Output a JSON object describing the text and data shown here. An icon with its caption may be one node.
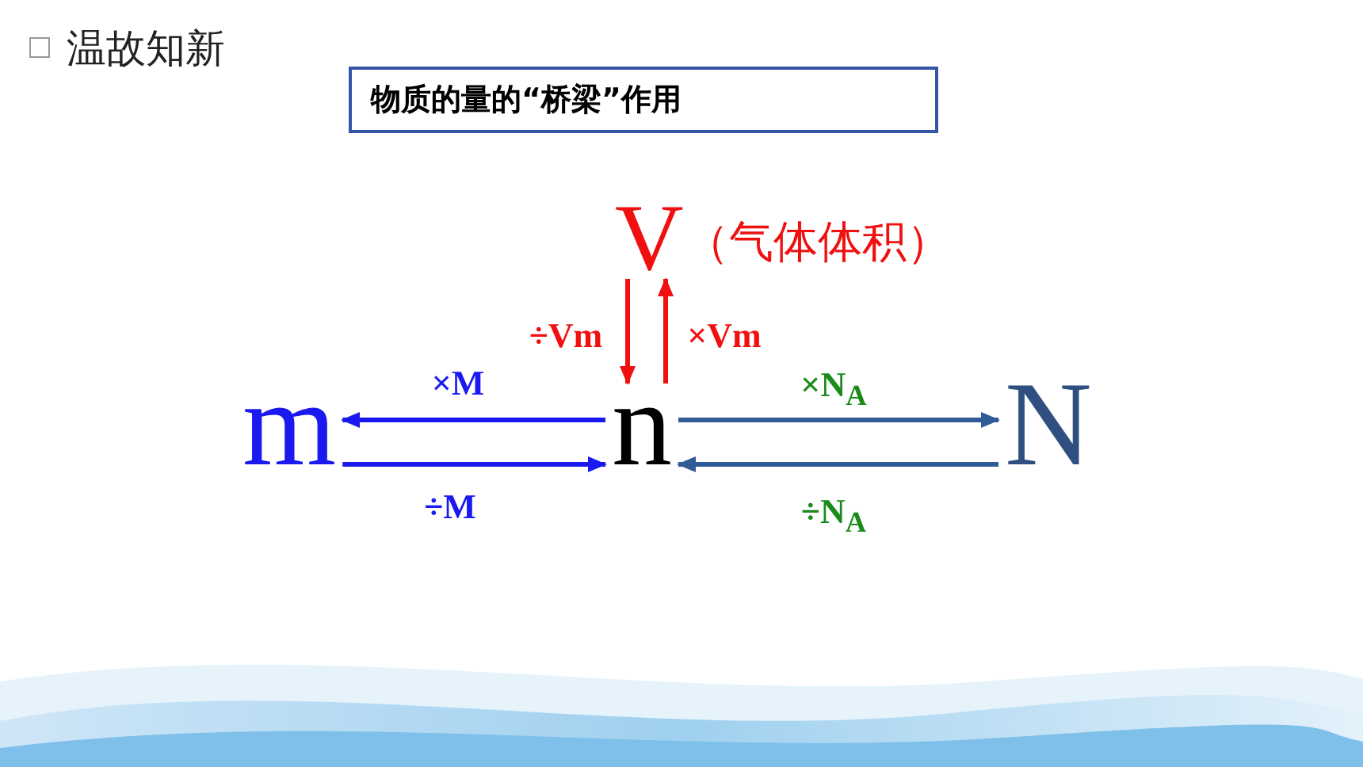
{
  "diagram": {
    "title": "温故知新",
    "nodes": [
      {
        "text": [
          "物质的量的“桥梁”作用"
        ]
      },
      {
        "text": [
          "V"
        ],
        "beside": [
          "（气体体积）"
        ]
      },
      {
        "text": [
          "m"
        ]
      },
      {
        "text": [
          "n"
        ]
      },
      {
        "text": [
          "N"
        ]
      }
    ],
    "edges": [
      {
        "from": 3,
        "to": 2,
        "arrow": "to",
        "label": "×M",
        "color": "#1a1af0"
      },
      {
        "from": 2,
        "to": 3,
        "arrow": "to",
        "label": "÷M",
        "color": "#1a1af0"
      },
      {
        "from": 1,
        "to": 3,
        "arrow": "to",
        "label": "÷Vm",
        "color": "#f01010"
      },
      {
        "from": 3,
        "to": 1,
        "arrow": "to",
        "label": "×Vm",
        "color": "#f01010"
      },
      {
        "from": 3,
        "to": 4,
        "arrow": "to",
        "label": "×N$_{A}$",
        "color": "#2f5b96"
      },
      {
        "from": 4,
        "to": 3,
        "arrow": "to",
        "label": "÷N$_{A}$",
        "color": "#2f5b96"
      }
    ]
  }
}
